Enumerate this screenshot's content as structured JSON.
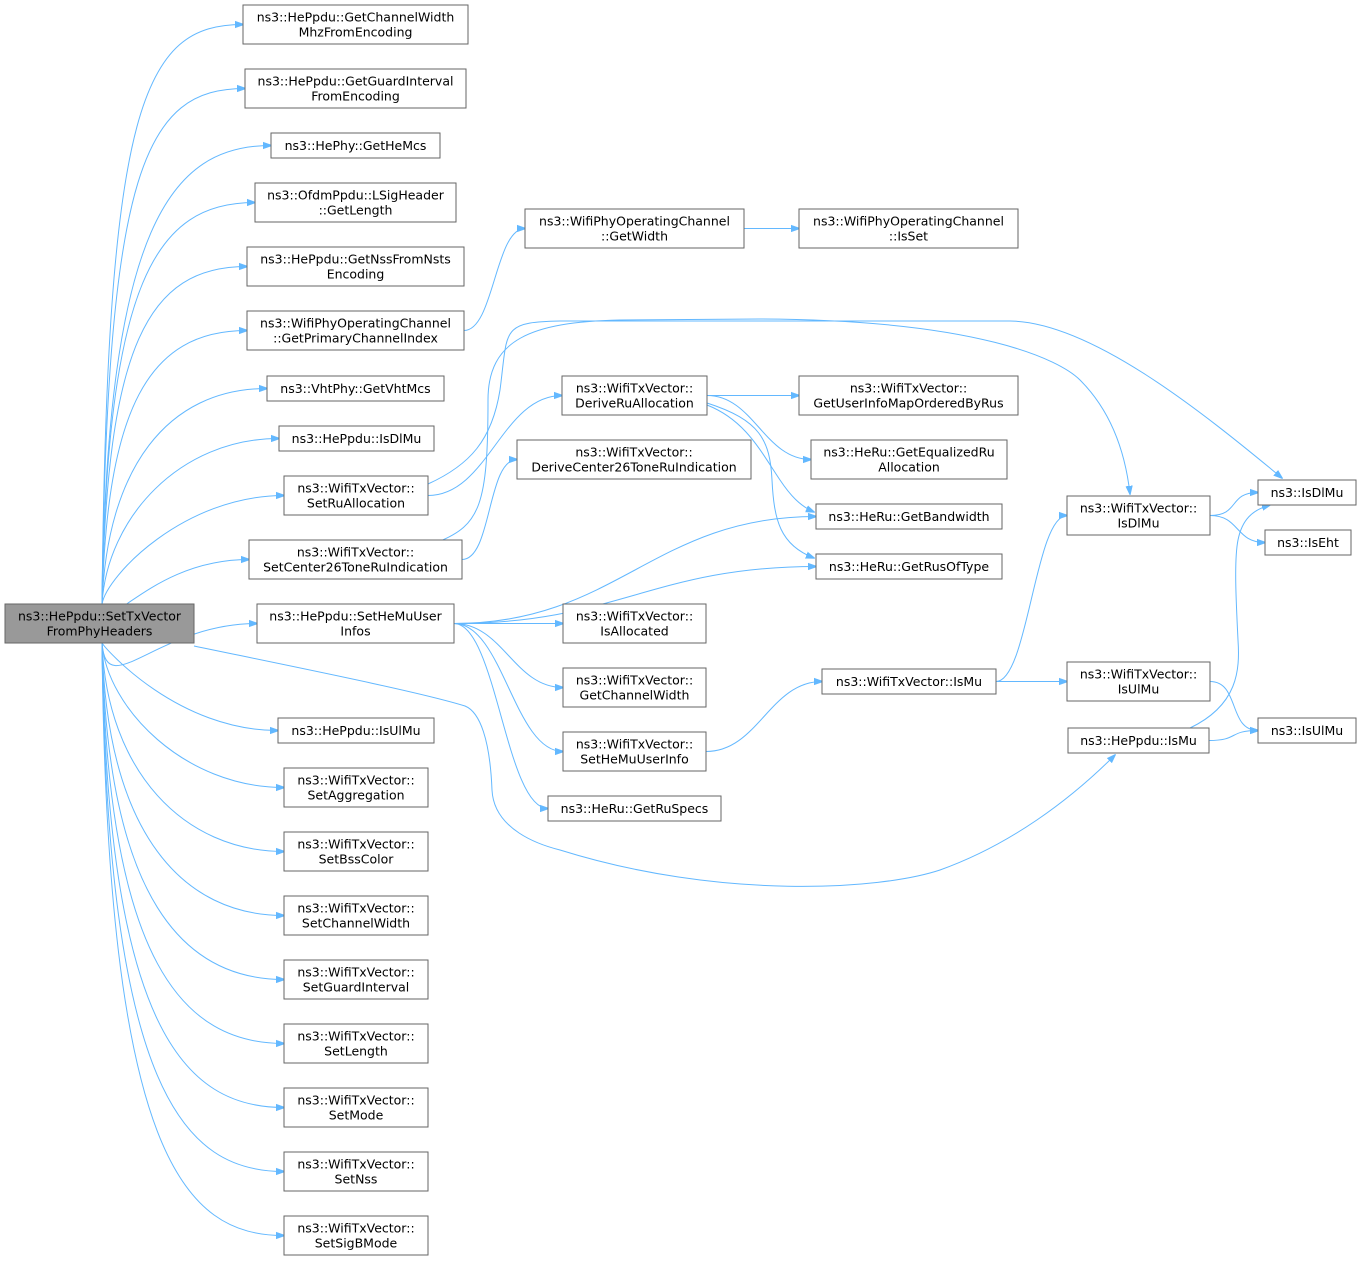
{
  "diagram": {
    "type": "call-graph",
    "colors": {
      "edge": "#63b8ff",
      "node_border": "#666666",
      "root_fill": "#999999",
      "node_fill": "#ffffff"
    },
    "nodes": [
      {
        "id": "root",
        "lines": [
          "ns3::HePpdu::SetTxVector",
          "FromPhyHeaders"
        ],
        "root": true
      },
      {
        "id": "n1",
        "lines": [
          "ns3::HePpdu::GetChannelWidth",
          "MhzFromEncoding"
        ]
      },
      {
        "id": "n2",
        "lines": [
          "ns3::HePpdu::GetGuardInterval",
          "FromEncoding"
        ]
      },
      {
        "id": "n3",
        "lines": [
          "ns3::HePhy::GetHeMcs"
        ]
      },
      {
        "id": "n4",
        "lines": [
          "ns3::OfdmPpdu::LSigHeader",
          "::GetLength"
        ]
      },
      {
        "id": "n5",
        "lines": [
          "ns3::HePpdu::GetNssFromNsts",
          "Encoding"
        ]
      },
      {
        "id": "n6",
        "lines": [
          "ns3::WifiPhyOperatingChannel",
          "::GetPrimaryChannelIndex"
        ]
      },
      {
        "id": "n7",
        "lines": [
          "ns3::WifiPhyOperatingChannel",
          "::GetWidth"
        ]
      },
      {
        "id": "n8",
        "lines": [
          "ns3::WifiPhyOperatingChannel",
          "::IsSet"
        ]
      },
      {
        "id": "n9",
        "lines": [
          "ns3::VhtPhy::GetVhtMcs"
        ]
      },
      {
        "id": "n10",
        "lines": [
          "ns3::HePpdu::IsDlMu"
        ]
      },
      {
        "id": "n11",
        "lines": [
          "ns3::WifiTxVector::",
          "SetRuAllocation"
        ]
      },
      {
        "id": "n12",
        "lines": [
          "ns3::WifiTxVector::",
          "DeriveRuAllocation"
        ]
      },
      {
        "id": "n13",
        "lines": [
          "ns3::WifiTxVector::",
          "GetUserInfoMapOrderedByRus"
        ]
      },
      {
        "id": "n14",
        "lines": [
          "ns3::HeRu::GetEqualizedRu",
          "Allocation"
        ]
      },
      {
        "id": "n15",
        "lines": [
          "ns3::HeRu::GetBandwidth"
        ]
      },
      {
        "id": "n16",
        "lines": [
          "ns3::HeRu::GetRusOfType"
        ]
      },
      {
        "id": "n17",
        "lines": [
          "ns3::WifiTxVector::",
          "IsDlMu"
        ]
      },
      {
        "id": "n18",
        "lines": [
          "ns3::IsDlMu"
        ]
      },
      {
        "id": "n19",
        "lines": [
          "ns3::IsEht"
        ]
      },
      {
        "id": "n20",
        "lines": [
          "ns3::WifiTxVector::",
          "DeriveCenter26ToneRuIndication"
        ]
      },
      {
        "id": "n21",
        "lines": [
          "ns3::WifiTxVector::",
          "SetCenter26ToneRuIndication"
        ]
      },
      {
        "id": "n22",
        "lines": [
          "ns3::HePpdu::SetHeMuUser",
          "Infos"
        ]
      },
      {
        "id": "n23",
        "lines": [
          "ns3::WifiTxVector::",
          "IsAllocated"
        ]
      },
      {
        "id": "n24",
        "lines": [
          "ns3::WifiTxVector::",
          "GetChannelWidth"
        ]
      },
      {
        "id": "n25",
        "lines": [
          "ns3::WifiTxVector::IsMu"
        ]
      },
      {
        "id": "n26",
        "lines": [
          "ns3::WifiTxVector::",
          "IsUlMu"
        ]
      },
      {
        "id": "n27",
        "lines": [
          "ns3::IsUlMu"
        ]
      },
      {
        "id": "n28",
        "lines": [
          "ns3::WifiTxVector::",
          "SetHeMuUserInfo"
        ]
      },
      {
        "id": "n29",
        "lines": [
          "ns3::HePpdu::IsMu"
        ]
      },
      {
        "id": "n30",
        "lines": [
          "ns3::HeRu::GetRuSpecs"
        ]
      },
      {
        "id": "n31",
        "lines": [
          "ns3::HePpdu::IsUlMu"
        ]
      },
      {
        "id": "n32",
        "lines": [
          "ns3::WifiTxVector::",
          "SetAggregation"
        ]
      },
      {
        "id": "n33",
        "lines": [
          "ns3::WifiTxVector::",
          "SetBssColor"
        ]
      },
      {
        "id": "n34",
        "lines": [
          "ns3::WifiTxVector::",
          "SetChannelWidth"
        ]
      },
      {
        "id": "n35",
        "lines": [
          "ns3::WifiTxVector::",
          "SetGuardInterval"
        ]
      },
      {
        "id": "n36",
        "lines": [
          "ns3::WifiTxVector::",
          "SetLength"
        ]
      },
      {
        "id": "n37",
        "lines": [
          "ns3::WifiTxVector::",
          "SetMode"
        ]
      },
      {
        "id": "n38",
        "lines": [
          "ns3::WifiTxVector::",
          "SetNss"
        ]
      },
      {
        "id": "n39",
        "lines": [
          "ns3::WifiTxVector::",
          "SetSigBMode"
        ]
      }
    ],
    "edges": [
      [
        "root",
        "n1"
      ],
      [
        "root",
        "n2"
      ],
      [
        "root",
        "n3"
      ],
      [
        "root",
        "n4"
      ],
      [
        "root",
        "n5"
      ],
      [
        "root",
        "n6"
      ],
      [
        "root",
        "n9"
      ],
      [
        "root",
        "n10"
      ],
      [
        "root",
        "n11"
      ],
      [
        "root",
        "n21"
      ],
      [
        "root",
        "n22"
      ],
      [
        "root",
        "n29"
      ],
      [
        "root",
        "n31"
      ],
      [
        "root",
        "n32"
      ],
      [
        "root",
        "n33"
      ],
      [
        "root",
        "n34"
      ],
      [
        "root",
        "n35"
      ],
      [
        "root",
        "n36"
      ],
      [
        "root",
        "n37"
      ],
      [
        "root",
        "n38"
      ],
      [
        "root",
        "n39"
      ],
      [
        "n6",
        "n7"
      ],
      [
        "n7",
        "n8"
      ],
      [
        "n11",
        "n12"
      ],
      [
        "n11",
        "n18"
      ],
      [
        "n12",
        "n13"
      ],
      [
        "n12",
        "n14"
      ],
      [
        "n12",
        "n15"
      ],
      [
        "n12",
        "n16"
      ],
      [
        "n21",
        "n20"
      ],
      [
        "n21",
        "n17"
      ],
      [
        "n22",
        "n15"
      ],
      [
        "n22",
        "n16"
      ],
      [
        "n22",
        "n23"
      ],
      [
        "n22",
        "n24"
      ],
      [
        "n22",
        "n28"
      ],
      [
        "n22",
        "n30"
      ],
      [
        "n17",
        "n18"
      ],
      [
        "n17",
        "n19"
      ],
      [
        "n28",
        "n25"
      ],
      [
        "n25",
        "n17"
      ],
      [
        "n25",
        "n26"
      ],
      [
        "n26",
        "n27"
      ],
      [
        "n29",
        "n27"
      ],
      [
        "n29",
        "n18"
      ]
    ]
  }
}
